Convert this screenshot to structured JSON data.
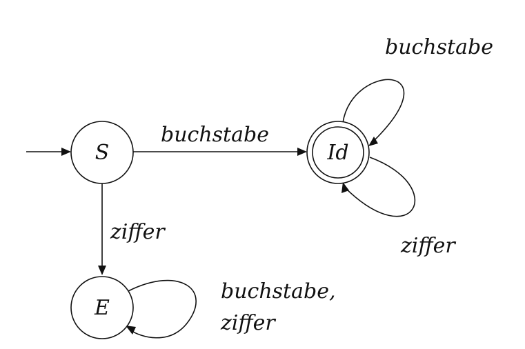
{
  "diagram": {
    "states": {
      "s": {
        "name": "S"
      },
      "id": {
        "name": "Id"
      },
      "e": {
        "name": "E"
      }
    },
    "transitions": {
      "s_to_id": {
        "label": "buchstabe"
      },
      "s_to_e": {
        "label": "ziffer"
      },
      "id_loop_top": {
        "label": "buchstabe"
      },
      "id_loop_bottom": {
        "label": "ziffer"
      },
      "e_loop": {
        "label_line1": "buchstabe,",
        "label_line2": "ziffer"
      }
    }
  },
  "colors": {
    "stroke": "#111111",
    "background": "#ffffff"
  }
}
